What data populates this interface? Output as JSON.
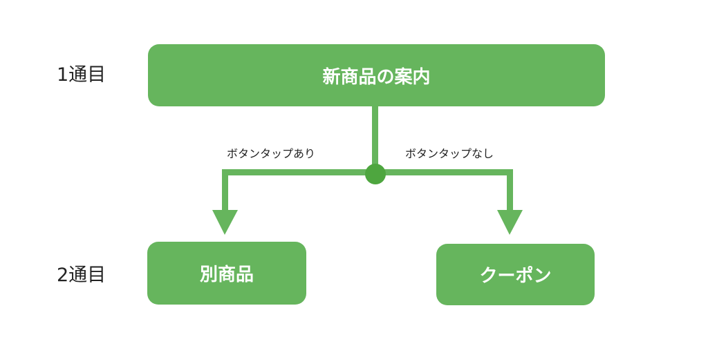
{
  "colors": {
    "node_fill": "#66b55d",
    "connector": "#66b55d",
    "junction": "#4ea63f"
  },
  "rows": {
    "row1_label": "1通目",
    "row2_label": "2通目"
  },
  "nodes": {
    "top": "新商品の案内",
    "left": "別商品",
    "right": "クーポン"
  },
  "branches": {
    "yes": "ボタンタップあり",
    "no": "ボタンタップなし"
  }
}
